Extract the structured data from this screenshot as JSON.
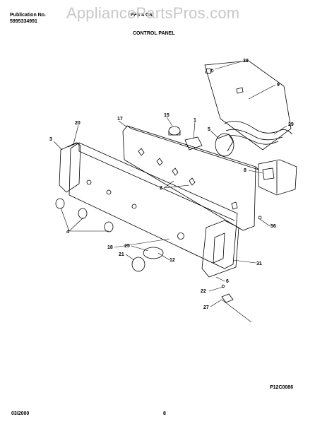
{
  "header": {
    "publication_label": "Publication No.",
    "publication_number": "5995334991",
    "model": "FFS 4 CS",
    "section_title": "CONTROL PANEL",
    "watermark": "AppliancePartsPros.com"
  },
  "callouts": {
    "c39": "39",
    "c9": "9",
    "c29": "29",
    "c15": "15",
    "c1": "1",
    "c5": "5",
    "c17": "17",
    "c20": "20",
    "c3": "3",
    "c8": "8",
    "c2": "2",
    "c4": "4",
    "c56": "56",
    "c18": "18",
    "c25": "25",
    "c12": "12",
    "c21": "21",
    "c31": "31",
    "c6": "6",
    "c22": "22",
    "c27": "27"
  },
  "footer": {
    "figure_code": "P12C0086",
    "date": "03/2000",
    "page": "8"
  }
}
